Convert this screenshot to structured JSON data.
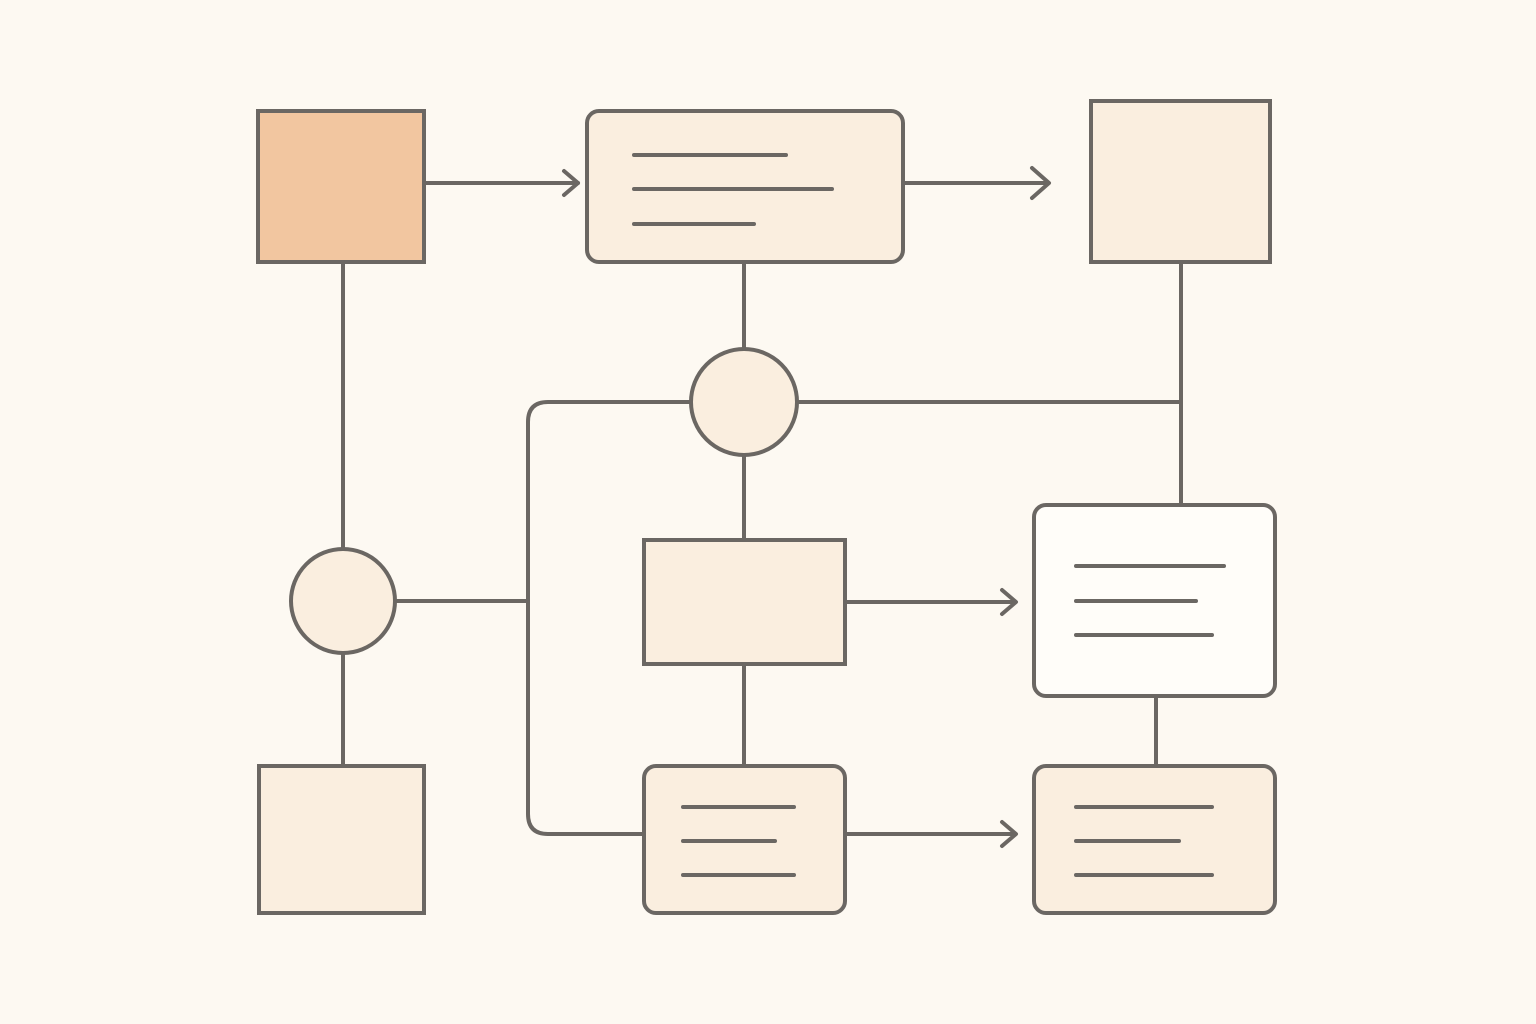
{
  "colors": {
    "background": "#fdf9f2",
    "stroke": "#6b6763",
    "node_fill": "#faeedf",
    "node_fill_accent": "#f2c6a0",
    "node_fill_white": "#fffdf9"
  },
  "nodes": [
    {
      "id": "start-square",
      "shape": "square",
      "fill": "accent",
      "text_lines": 0
    },
    {
      "id": "top-process-box",
      "shape": "rounded-rect",
      "fill": "node",
      "text_lines": 3
    },
    {
      "id": "top-right-square",
      "shape": "square",
      "fill": "node",
      "text_lines": 0
    },
    {
      "id": "center-junction-circle",
      "shape": "circle",
      "fill": "node",
      "text_lines": 0
    },
    {
      "id": "left-junction-circle",
      "shape": "circle",
      "fill": "node",
      "text_lines": 0
    },
    {
      "id": "middle-process-box",
      "shape": "rect",
      "fill": "node",
      "text_lines": 0
    },
    {
      "id": "right-document-box",
      "shape": "rounded-rect",
      "fill": "white",
      "text_lines": 3
    },
    {
      "id": "bottom-left-square",
      "shape": "square",
      "fill": "node",
      "text_lines": 0
    },
    {
      "id": "bottom-middle-box",
      "shape": "rounded-rect",
      "fill": "node",
      "text_lines": 3
    },
    {
      "id": "bottom-right-box",
      "shape": "rounded-rect",
      "fill": "node",
      "text_lines": 3
    }
  ],
  "edges": [
    {
      "from": "start-square",
      "to": "top-process-box",
      "arrow": true
    },
    {
      "from": "top-process-box",
      "to": "top-right-square",
      "arrow": true
    },
    {
      "from": "start-square",
      "to": "left-junction-circle",
      "arrow": false
    },
    {
      "from": "left-junction-circle",
      "to": "bottom-left-square",
      "arrow": false
    },
    {
      "from": "top-process-box",
      "to": "center-junction-circle",
      "arrow": false
    },
    {
      "from": "center-junction-circle",
      "to": "middle-process-box",
      "arrow": false
    },
    {
      "from": "center-junction-circle",
      "to": "right-document-box",
      "arrow": false
    },
    {
      "from": "top-right-square",
      "to": "right-document-box",
      "arrow": false
    },
    {
      "from": "center-junction-circle",
      "to": "bottom-middle-box",
      "arrow": false
    },
    {
      "from": "left-junction-circle",
      "to": "bottom-middle-box",
      "arrow": false
    },
    {
      "from": "middle-process-box",
      "to": "right-document-box",
      "arrow": true
    },
    {
      "from": "middle-process-box",
      "to": "bottom-middle-box",
      "arrow": false
    },
    {
      "from": "right-document-box",
      "to": "bottom-right-box",
      "arrow": false
    },
    {
      "from": "bottom-middle-box",
      "to": "bottom-right-box",
      "arrow": true
    }
  ]
}
